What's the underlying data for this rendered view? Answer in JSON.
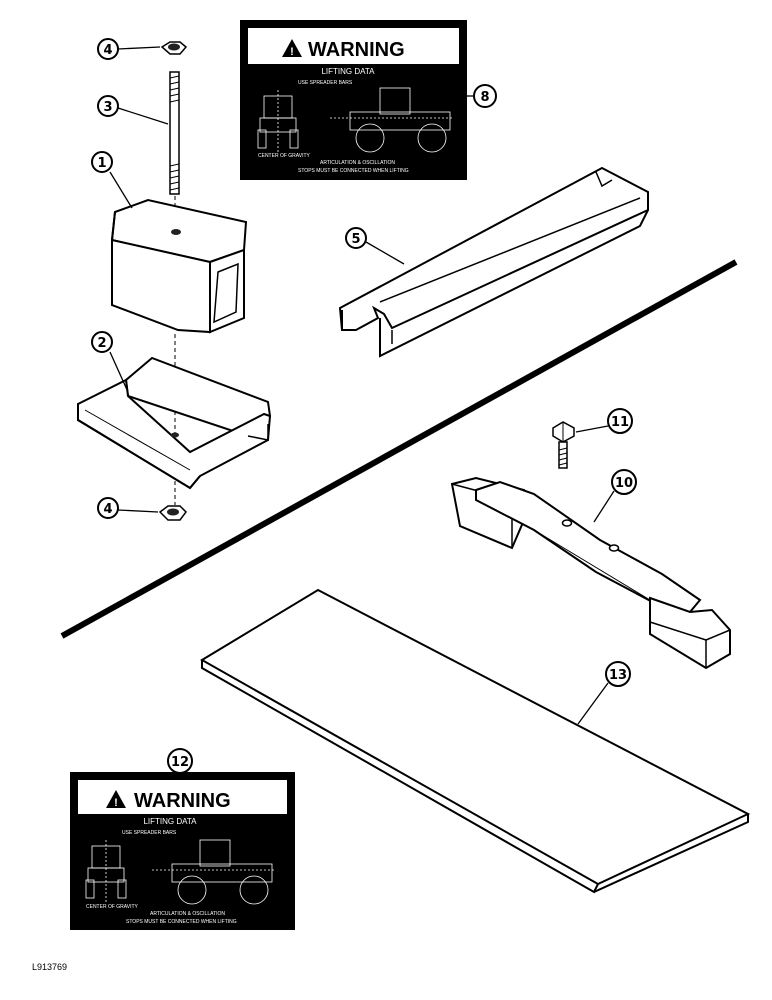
{
  "callouts": {
    "c1": "1",
    "c2": "2",
    "c3": "3",
    "c4a": "4",
    "c4b": "4",
    "c5": "5",
    "c8": "8",
    "c10": "10",
    "c11": "11",
    "c12": "12",
    "c13": "13"
  },
  "decal_top": {
    "warning": "WARNING",
    "heading": "LIFTING DATA",
    "line1": "USE SPREADER BARS",
    "line2": "CENTER OF GRAVITY",
    "line3": "ARTICULATION & OSCILLATION",
    "line4": "STOPS MUST BE CONNECTED WHEN LIFTING"
  },
  "decal_bottom": {
    "warning": "WARNING",
    "heading": "LIFTING DATA",
    "line1": "USE SPREADER BARS",
    "line2": "CENTER OF GRAVITY",
    "line3": "ARTICULATION & OSCILLATION",
    "line4": "STOPS MUST BE CONNECTED WHEN LIFTING"
  },
  "reference": "L913769"
}
